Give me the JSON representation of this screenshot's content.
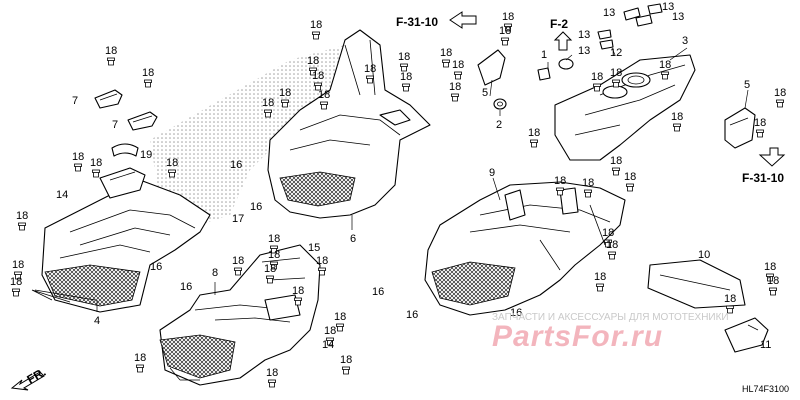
{
  "refs": {
    "f3110_top": "F-31-10",
    "f2": "F-2",
    "f3110_bottom": "F-31-10",
    "front": "FR."
  },
  "part_labels": [
    {
      "id": "p1",
      "text": "1"
    },
    {
      "id": "p2",
      "text": "2"
    },
    {
      "id": "p3",
      "text": "3"
    },
    {
      "id": "p4",
      "text": "4"
    },
    {
      "id": "p5a",
      "text": "5"
    },
    {
      "id": "p5b",
      "text": "5"
    },
    {
      "id": "p6",
      "text": "6"
    },
    {
      "id": "p7a",
      "text": "7"
    },
    {
      "id": "p7b",
      "text": "7"
    },
    {
      "id": "p8",
      "text": "8"
    },
    {
      "id": "p9",
      "text": "9"
    },
    {
      "id": "p10",
      "text": "10"
    },
    {
      "id": "p11",
      "text": "11"
    },
    {
      "id": "p12",
      "text": "12"
    },
    {
      "id": "p13a",
      "text": "13"
    },
    {
      "id": "p13b",
      "text": "13"
    },
    {
      "id": "p13c",
      "text": "13"
    },
    {
      "id": "p13d",
      "text": "13"
    },
    {
      "id": "p13e",
      "text": "13"
    },
    {
      "id": "p14a",
      "text": "14"
    },
    {
      "id": "p14b",
      "text": "14"
    },
    {
      "id": "p15",
      "text": "15"
    },
    {
      "id": "p16a",
      "text": "16"
    },
    {
      "id": "p16b",
      "text": "16"
    },
    {
      "id": "p16c",
      "text": "16"
    },
    {
      "id": "p16d",
      "text": "16"
    },
    {
      "id": "p16e",
      "text": "16"
    },
    {
      "id": "p16f",
      "text": "16"
    },
    {
      "id": "p16g",
      "text": "16"
    },
    {
      "id": "p17",
      "text": "17"
    },
    {
      "id": "p19",
      "text": "19"
    }
  ],
  "fastener_label": "18",
  "fastener_count": 50,
  "watermark": {
    "text": "ЗАПЧАСТИ И АКСЕССУАРЫ ДЛЯ МОТОТЕХНИКИ",
    "logo": "PartsFor.ru"
  },
  "diagram_code": "HL74F3100"
}
